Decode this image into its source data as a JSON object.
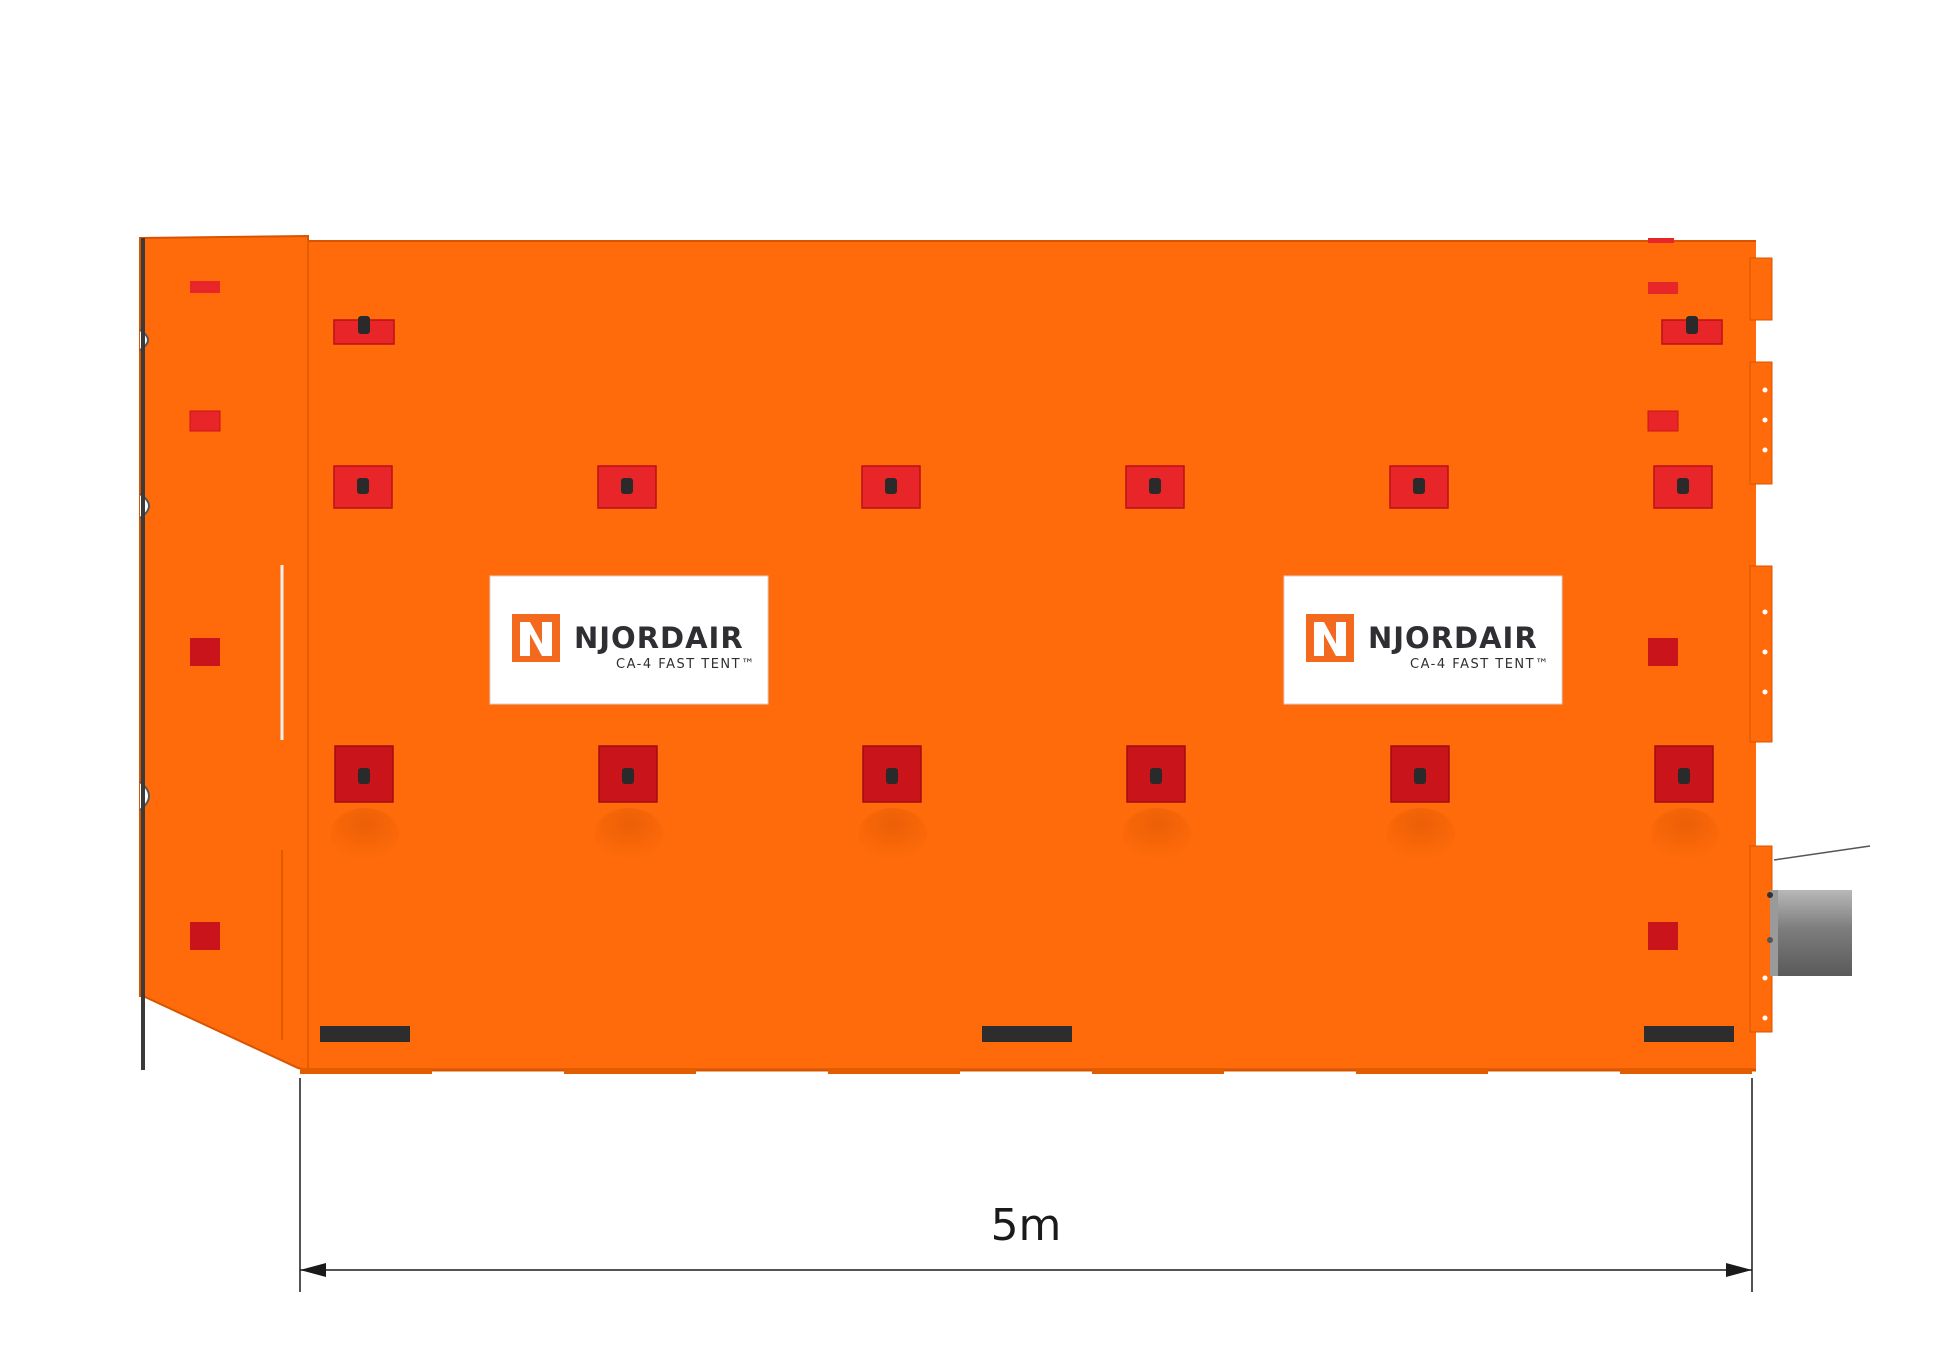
{
  "product": {
    "brand": "NJORDAIR",
    "model": "CA-4 FAST TENT™",
    "logo_icon": "njordair-n-logo-icon"
  },
  "dimension": {
    "label": "5m"
  },
  "colors": {
    "tent_body": "#ff6b0a",
    "tent_outline": "#d85400",
    "anchor_red": "#e8262a",
    "anchor_dark_red": "#c8141a",
    "anchor_knob": "#2a2a2a",
    "skid_dark": "#2d2d2d",
    "duct_gray": "#8d8d8d",
    "text_dark": "#2f2f33",
    "dimension_line": "#1a1a1a"
  }
}
